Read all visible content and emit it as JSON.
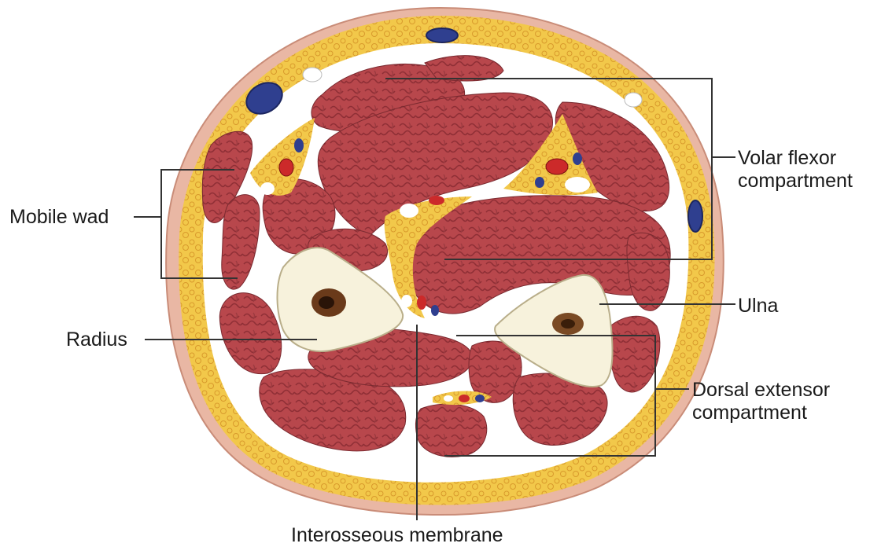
{
  "labels": {
    "mobile_wad": "Mobile wad",
    "radius": "Radius",
    "volar_flexor_line1": "Volar flexor",
    "volar_flexor_line2": "compartment",
    "ulna": "Ulna",
    "dorsal_extensor_line1": "Dorsal extensor",
    "dorsal_extensor_line2": "compartment",
    "interosseous_membrane": "Interosseous membrane"
  },
  "colors": {
    "skin": "#e9b7a4",
    "fat": "#f2c84a",
    "muscle": "#b8474c",
    "muscle_texture": "#8f2f36",
    "fascia": "#ffffff",
    "bone": "#f7f2dc",
    "marrow": "#6a3a1a",
    "artery": "#cc2a2a",
    "vein": "#2f3f8f",
    "leader_line": "#333333"
  }
}
